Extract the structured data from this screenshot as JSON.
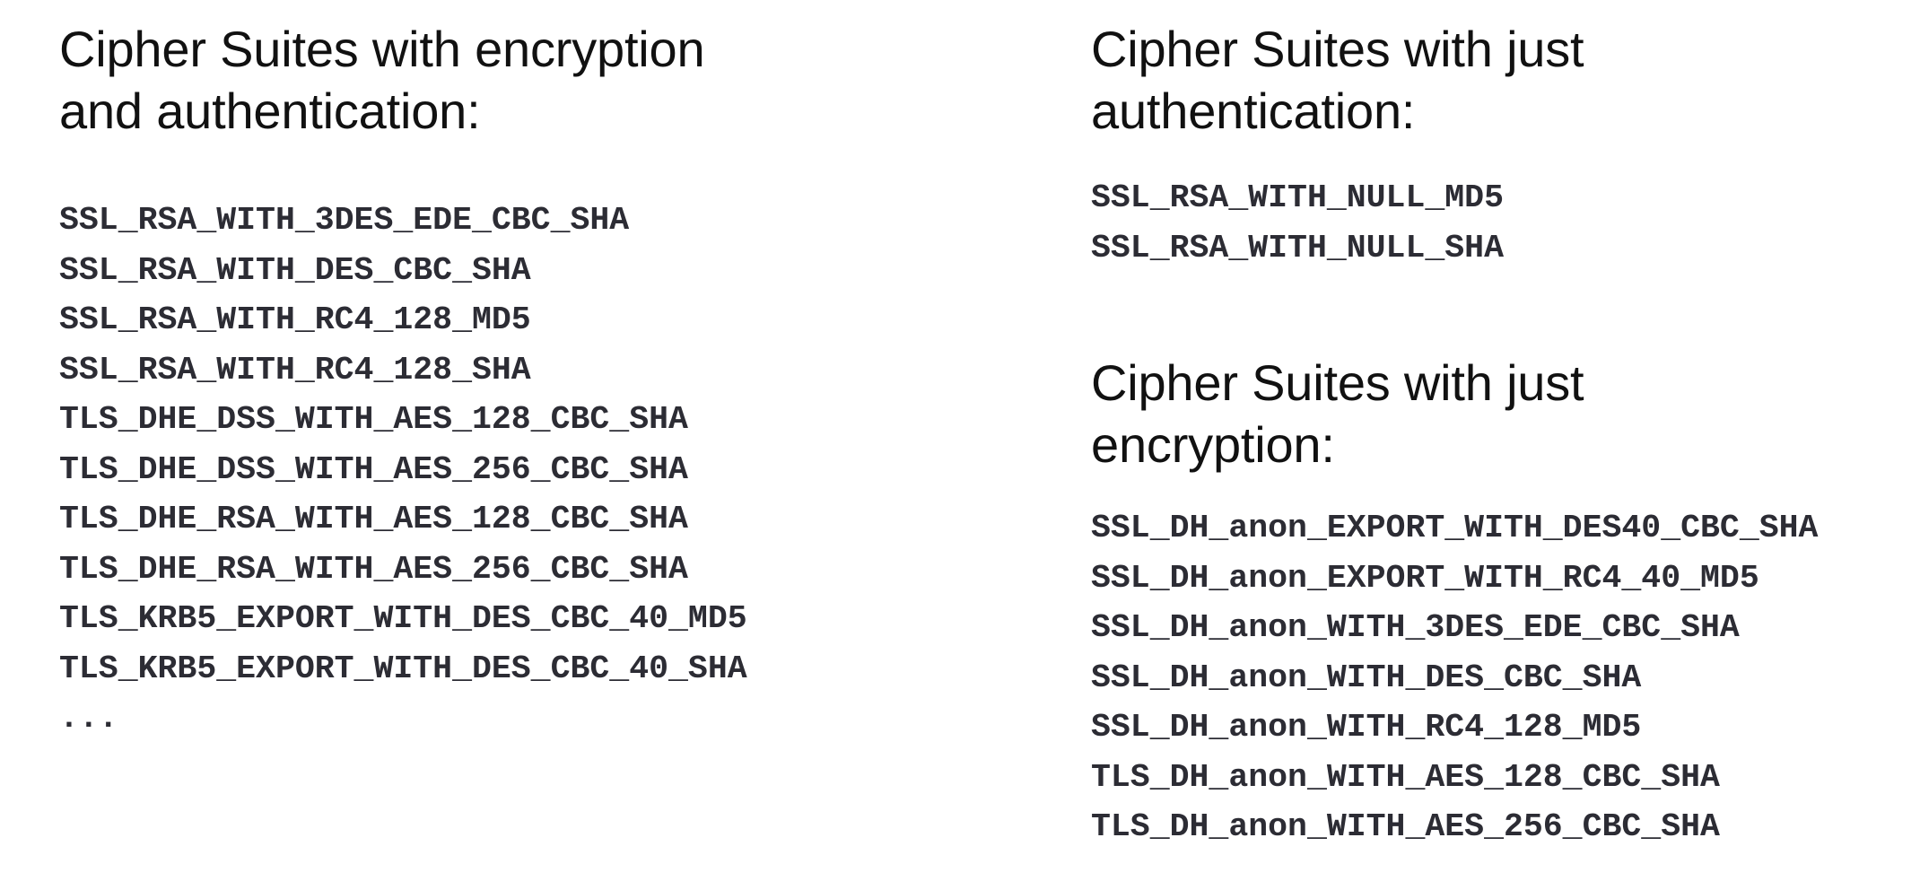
{
  "sections": {
    "enc_auth": {
      "heading": "Cipher Suites with encryption\nand authentication:",
      "suites": [
        "SSL_RSA_WITH_3DES_EDE_CBC_SHA",
        "SSL_RSA_WITH_DES_CBC_SHA",
        "SSL_RSA_WITH_RC4_128_MD5",
        "SSL_RSA_WITH_RC4_128_SHA",
        "TLS_DHE_DSS_WITH_AES_128_CBC_SHA",
        "TLS_DHE_DSS_WITH_AES_256_CBC_SHA",
        "TLS_DHE_RSA_WITH_AES_128_CBC_SHA",
        "TLS_DHE_RSA_WITH_AES_256_CBC_SHA",
        "TLS_KRB5_EXPORT_WITH_DES_CBC_40_MD5",
        "TLS_KRB5_EXPORT_WITH_DES_CBC_40_SHA",
        "..."
      ]
    },
    "auth_only": {
      "heading": "Cipher Suites with just\nauthentication:",
      "suites": [
        "SSL_RSA_WITH_NULL_MD5",
        "SSL_RSA_WITH_NULL_SHA"
      ]
    },
    "enc_only": {
      "heading": "Cipher Suites with just\nencryption:",
      "suites": [
        "SSL_DH_anon_EXPORT_WITH_DES40_CBC_SHA",
        "SSL_DH_anon_EXPORT_WITH_RC4_40_MD5",
        "SSL_DH_anon_WITH_3DES_EDE_CBC_SHA",
        "SSL_DH_anon_WITH_DES_CBC_SHA",
        "SSL_DH_anon_WITH_RC4_128_MD5",
        "TLS_DH_anon_WITH_AES_128_CBC_SHA",
        "TLS_DH_anon_WITH_AES_256_CBC_SHA"
      ]
    }
  }
}
